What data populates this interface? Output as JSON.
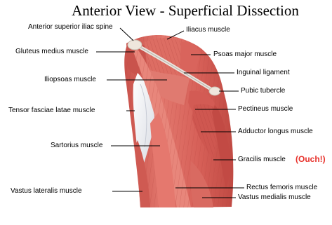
{
  "title": "Anterior View - Superficial Dissection",
  "labels": {
    "asis": "Anterior superior iliac spine",
    "iliacus": "Iliacus muscle",
    "gluteus_medius": "Gluteus medius muscle",
    "psoas_major": "Psoas major muscle",
    "inguinal_ligament": "Inguinal ligament",
    "iliopsoas": "Iliopsoas muscle",
    "pubic_tubercle": "Pubic tubercle",
    "tensor_fasciae_latae": "Tensor fasciae latae muscle",
    "pectineus": "Pectineus muscle",
    "adductor_longus": "Adductor longus muscle",
    "sartorius": "Sartorius muscle",
    "gracilis": "Gracilis muscle",
    "ouch": "(Ouch!)",
    "vastus_lateralis": "Vastus lateralis muscle",
    "rectus_femoris": "Rectus femoris muscle",
    "vastus_medialis": "Vastus medialis muscle"
  },
  "colors": {
    "muscle": "#d9645c",
    "muscle_dark": "#b8443e",
    "muscle_light": "#ec9a90",
    "fascia": "#eef0f4",
    "ligament": "#e7e2dc",
    "accent_red": "#e8322c",
    "leader_line": "#000000"
  }
}
